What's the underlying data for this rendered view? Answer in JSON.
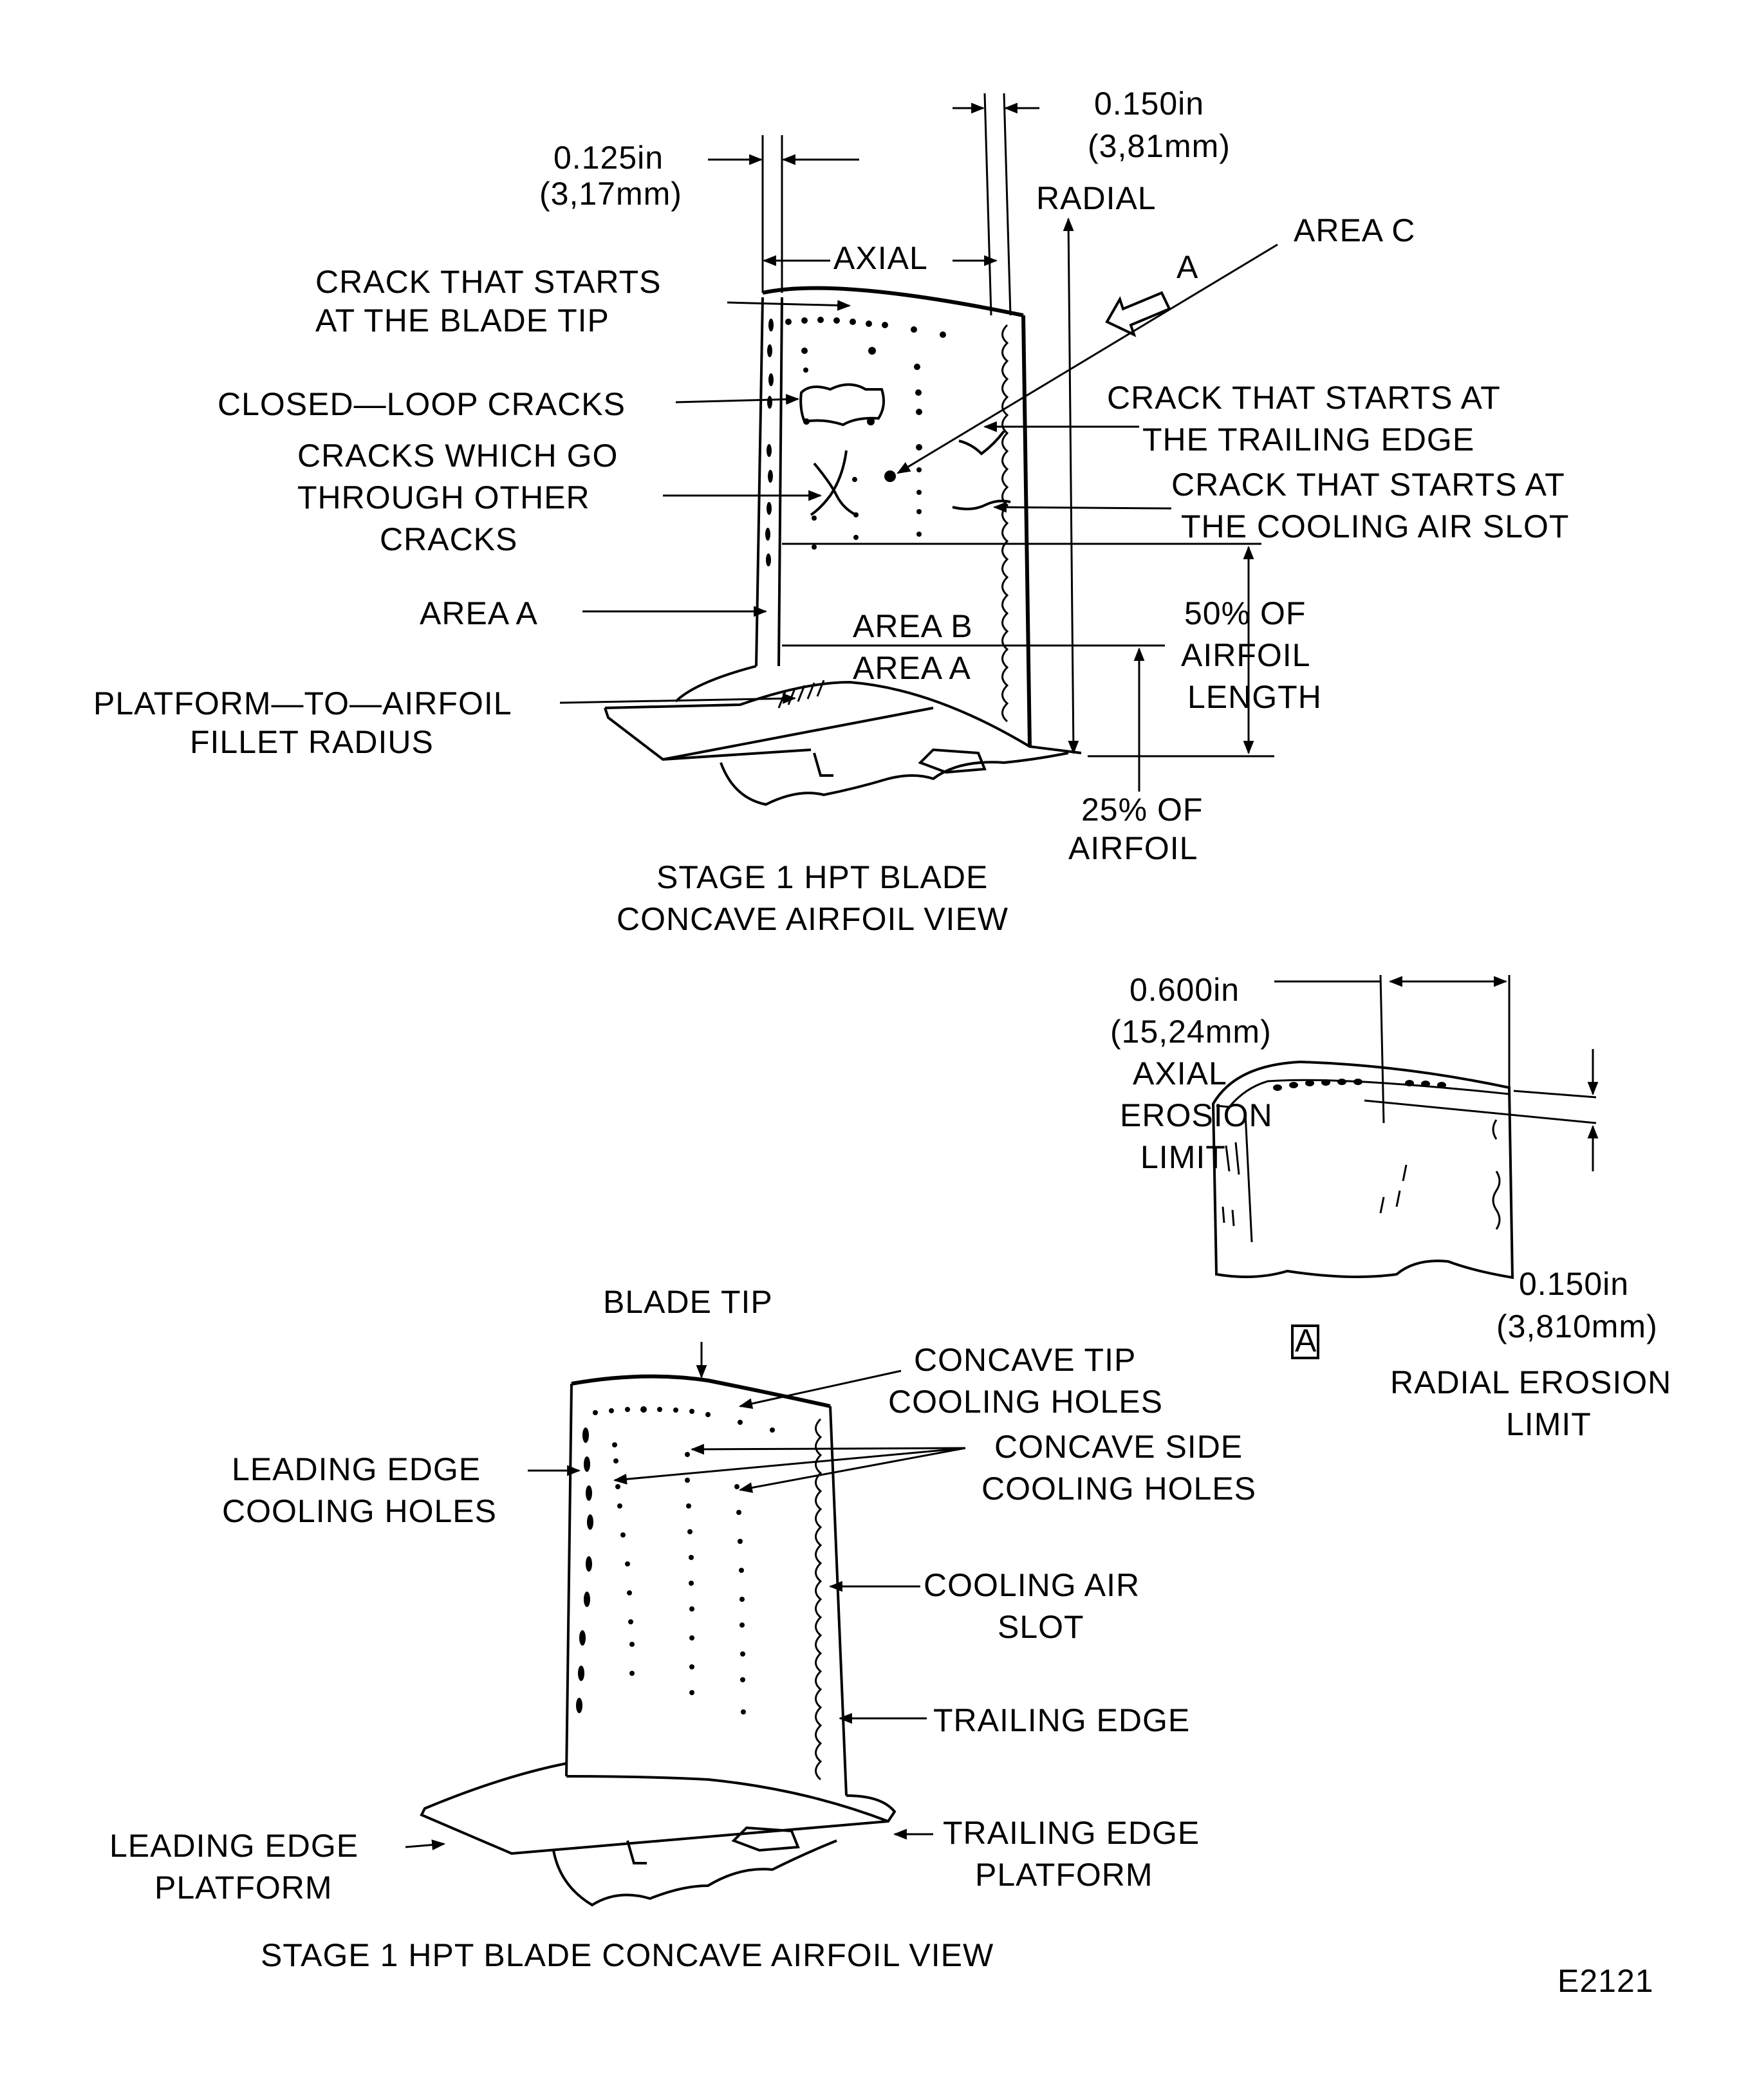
{
  "figure_id": "E2121",
  "upper_view": {
    "caption": [
      "STAGE 1 HPT BLADE",
      "CONCAVE AIRFOIL VIEW"
    ],
    "dimensions": {
      "leading_edge_width": [
        "0.125in",
        "(3,17mm)"
      ],
      "trailing_edge_width": [
        "0.150in",
        "(3,81mm)"
      ],
      "axial": "AXIAL",
      "radial": "RADIAL",
      "view_arrow": "A"
    },
    "callouts": {
      "crack_blade_tip": [
        "CRACK THAT STARTS",
        "AT THE BLADE TIP"
      ],
      "closed_loop": "CLOSED—LOOP CRACKS",
      "cracks_through": [
        "CRACKS WHICH GO",
        "THROUGH OTHER",
        "CRACKS"
      ],
      "area_a_left": "AREA A",
      "fillet": [
        "PLATFORM—TO—AIRFOIL",
        "FILLET RADIUS"
      ],
      "area_c": "AREA C",
      "crack_trailing": [
        "CRACK THAT STARTS AT",
        "THE TRAILING EDGE"
      ],
      "crack_slot": [
        "CRACK THAT STARTS AT",
        "THE COOLING AIR SLOT"
      ],
      "fifty_pct": [
        "50% OF",
        "AIRFOIL",
        "LENGTH"
      ],
      "twentyfive_pct": [
        "25% OF",
        "AIRFOIL"
      ],
      "area_b": "AREA B",
      "area_a_center": "AREA A"
    }
  },
  "detail_a": {
    "axial_limit": [
      "0.600in",
      "(15,24mm)",
      "AXIAL",
      "EROSION",
      "LIMIT"
    ],
    "radial_limit_value": [
      "0.150in",
      "(3,810mm)"
    ],
    "radial_limit_label": [
      "RADIAL EROSION",
      "LIMIT"
    ],
    "tag": "A"
  },
  "lower_view": {
    "caption": "STAGE 1 HPT BLADE CONCAVE AIRFOIL VIEW",
    "callouts": {
      "blade_tip": "BLADE TIP",
      "concave_tip_holes": [
        "CONCAVE TIP",
        "COOLING HOLES"
      ],
      "concave_side_holes": [
        "CONCAVE SIDE",
        "COOLING HOLES"
      ],
      "leading_edge_holes": [
        "LEADING EDGE",
        "COOLING HOLES"
      ],
      "cooling_air_slot": [
        "COOLING AIR",
        "SLOT"
      ],
      "trailing_edge": "TRAILING EDGE",
      "leading_edge_platform": [
        "LEADING EDGE",
        "PLATFORM"
      ],
      "trailing_edge_platform": [
        "TRAILING EDGE",
        "PLATFORM"
      ]
    }
  }
}
